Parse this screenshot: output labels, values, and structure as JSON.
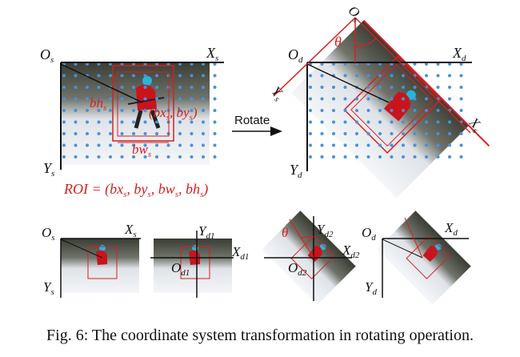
{
  "caption": "Fig. 6: The coordinate system transformation in rotating operation.",
  "arrow_label": "Rotate",
  "colors": {
    "red": "#d62020",
    "dots": "#4a90d9",
    "axis": "#111111"
  },
  "top_left": {
    "origin": "O",
    "origin_sub": "s",
    "x_axis": "X",
    "x_sub": "s",
    "y_axis": "Y",
    "y_sub": "s",
    "bh": "bh",
    "bh_sub": "s",
    "bw": "bw",
    "bw_sub": "s",
    "point_open": "(bx",
    "point_sub1": "s",
    "point_mid": ", by",
    "point_sub2": "s",
    "point_close": ")",
    "roi": "ROI = (bx",
    "roi_s1": "s",
    "roi_p2": ", by",
    "roi_s2": "s",
    "roi_p3": ", bw",
    "roi_s3": "s",
    "roi_p4": ", bh",
    "roi_s4": "s",
    "roi_end": ")"
  },
  "top_right": {
    "origin": "O",
    "origin_sub": "d",
    "x_axis": "X",
    "x_sub": "d",
    "y_axis": "Y",
    "y_sub": "d",
    "rot_x": "X",
    "rot_x_sub": "s",
    "rot_y": "Y",
    "rot_y_sub": "s",
    "rot_origin": "O",
    "rot_origin_sub": "s",
    "theta": "θ"
  },
  "bottom": {
    "p1": {
      "origin": "O",
      "origin_sub": "s",
      "x": "X",
      "x_sub": "s",
      "y": "Y",
      "y_sub": "s"
    },
    "p2": {
      "y": "Y",
      "y_sub": "d1",
      "x": "X",
      "x_sub": "d1",
      "origin": "O",
      "origin_sub": "d1"
    },
    "p3": {
      "theta": "θ",
      "y": "Y",
      "y_sub": "d2",
      "x": "X",
      "x_sub": "d2",
      "origin": "O",
      "origin_sub": "d2"
    },
    "p4": {
      "origin": "O",
      "origin_sub": "d",
      "x": "X",
      "x_sub": "d",
      "y": "Y",
      "y_sub": "d"
    }
  }
}
